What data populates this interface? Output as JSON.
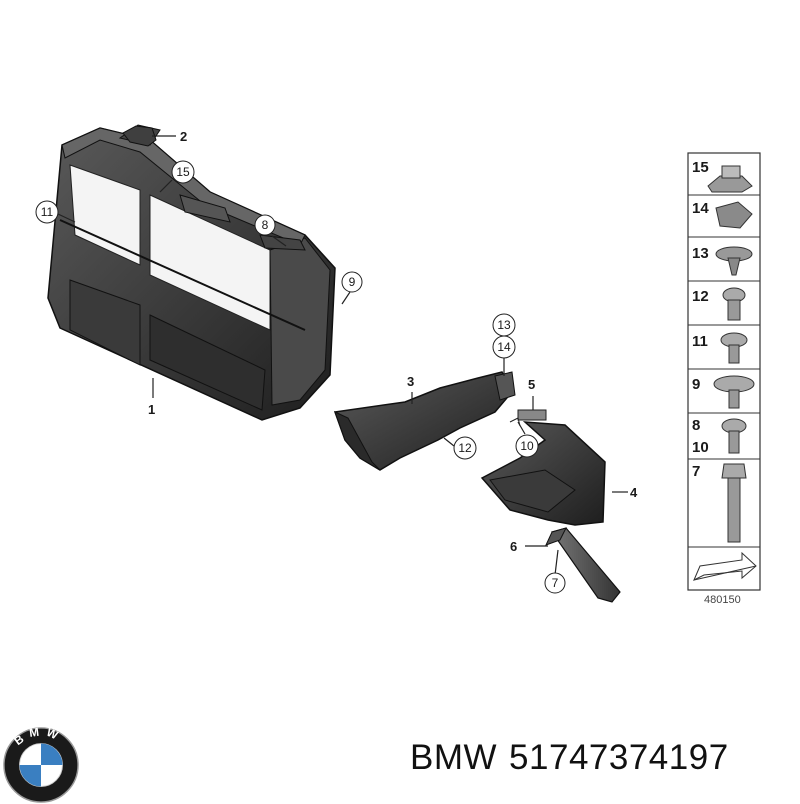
{
  "caption": {
    "brand": "BMW",
    "part_number": "51747374197"
  },
  "logo": {
    "letters": "BMW",
    "name": "bmw-roundel"
  },
  "diagram": {
    "id": "480150",
    "callouts": {
      "c1": "1",
      "c2": "2",
      "c3": "3",
      "c4": "4",
      "c5": "5",
      "c6": "6",
      "c7": "7",
      "c8": "8",
      "c9": "9",
      "c10": "10",
      "c11": "11",
      "c12": "12",
      "c13": "13",
      "c14": "14",
      "c15": "15"
    },
    "legend": {
      "r15": "15",
      "r14": "14",
      "r13": "13",
      "r12": "12",
      "r11": "11",
      "r9": "9",
      "r8": "8",
      "r10": "10",
      "r7": "7"
    }
  }
}
